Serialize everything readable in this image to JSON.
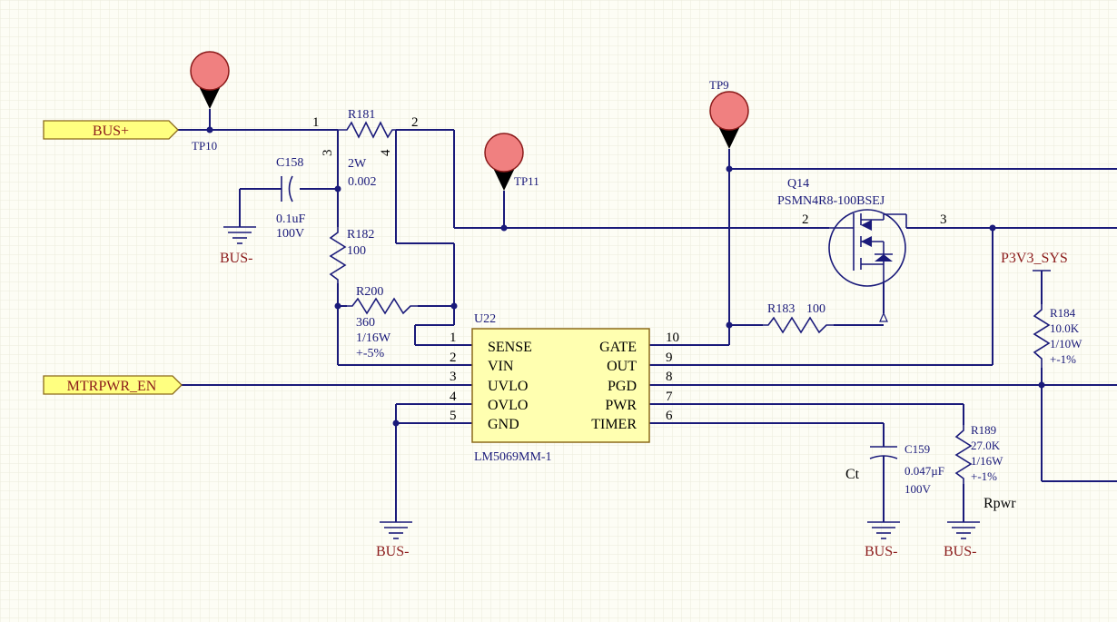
{
  "colors": {
    "background": "#fdfdf5",
    "grid": "#ebebdc",
    "wire": "#1a1a7a",
    "ic_fill": "#ffffb0",
    "ic_stroke": "#8b6a1a",
    "port_fill": "#ffff80",
    "testpoint_fill": "#f08080",
    "power_label": "#8b1a1a"
  },
  "ports": {
    "bus_plus": "BUS+",
    "mtrpwr_en": "MTRPWR_EN"
  },
  "power": {
    "p3v3_sys": "P3V3_SYS",
    "bus_minus_1": "BUS-",
    "bus_minus_2": "BUS-",
    "bus_minus_3": "BUS-",
    "bus_minus_4": "BUS-"
  },
  "testpoints": {
    "tp10": "TP10",
    "tp11": "TP11",
    "tp9": "TP9"
  },
  "r181": {
    "designator": "R181",
    "power": "2W",
    "value": "0.002",
    "pin1": "1",
    "pin2": "2",
    "pin3": "3",
    "pin4": "4"
  },
  "c158": {
    "designator": "C158",
    "value": "0.1uF",
    "voltage": "100V"
  },
  "r182": {
    "designator": "R182",
    "value": "100"
  },
  "r200": {
    "designator": "R200",
    "value": "360",
    "power": "1/16W",
    "tolerance": "+-5%"
  },
  "q14": {
    "designator": "Q14",
    "part": "PSMN4R8-100BSEJ",
    "pin2": "2",
    "pin3": "3"
  },
  "r183": {
    "designator": "R183",
    "value": "100"
  },
  "r184": {
    "designator": "R184",
    "value": "10.0K",
    "power": "1/10W",
    "tolerance": "+-1%"
  },
  "u22": {
    "designator": "U22",
    "part": "LM5069MM-1",
    "left_pins": [
      {
        "num": "1",
        "name": "SENSE"
      },
      {
        "num": "2",
        "name": "VIN"
      },
      {
        "num": "3",
        "name": "UVLO"
      },
      {
        "num": "4",
        "name": "OVLO"
      },
      {
        "num": "5",
        "name": "GND"
      }
    ],
    "right_pins": [
      {
        "num": "10",
        "name": "GATE"
      },
      {
        "num": "9",
        "name": "OUT"
      },
      {
        "num": "8",
        "name": "PGD"
      },
      {
        "num": "7",
        "name": "PWR"
      },
      {
        "num": "6",
        "name": "TIMER"
      }
    ]
  },
  "c159": {
    "designator": "C159",
    "label": "Ct",
    "value": "0.047µF",
    "voltage": "100V"
  },
  "r189": {
    "designator": "R189",
    "label": "Rpwr",
    "value": "27.0K",
    "power": "1/16W",
    "tolerance": "+-1%"
  }
}
